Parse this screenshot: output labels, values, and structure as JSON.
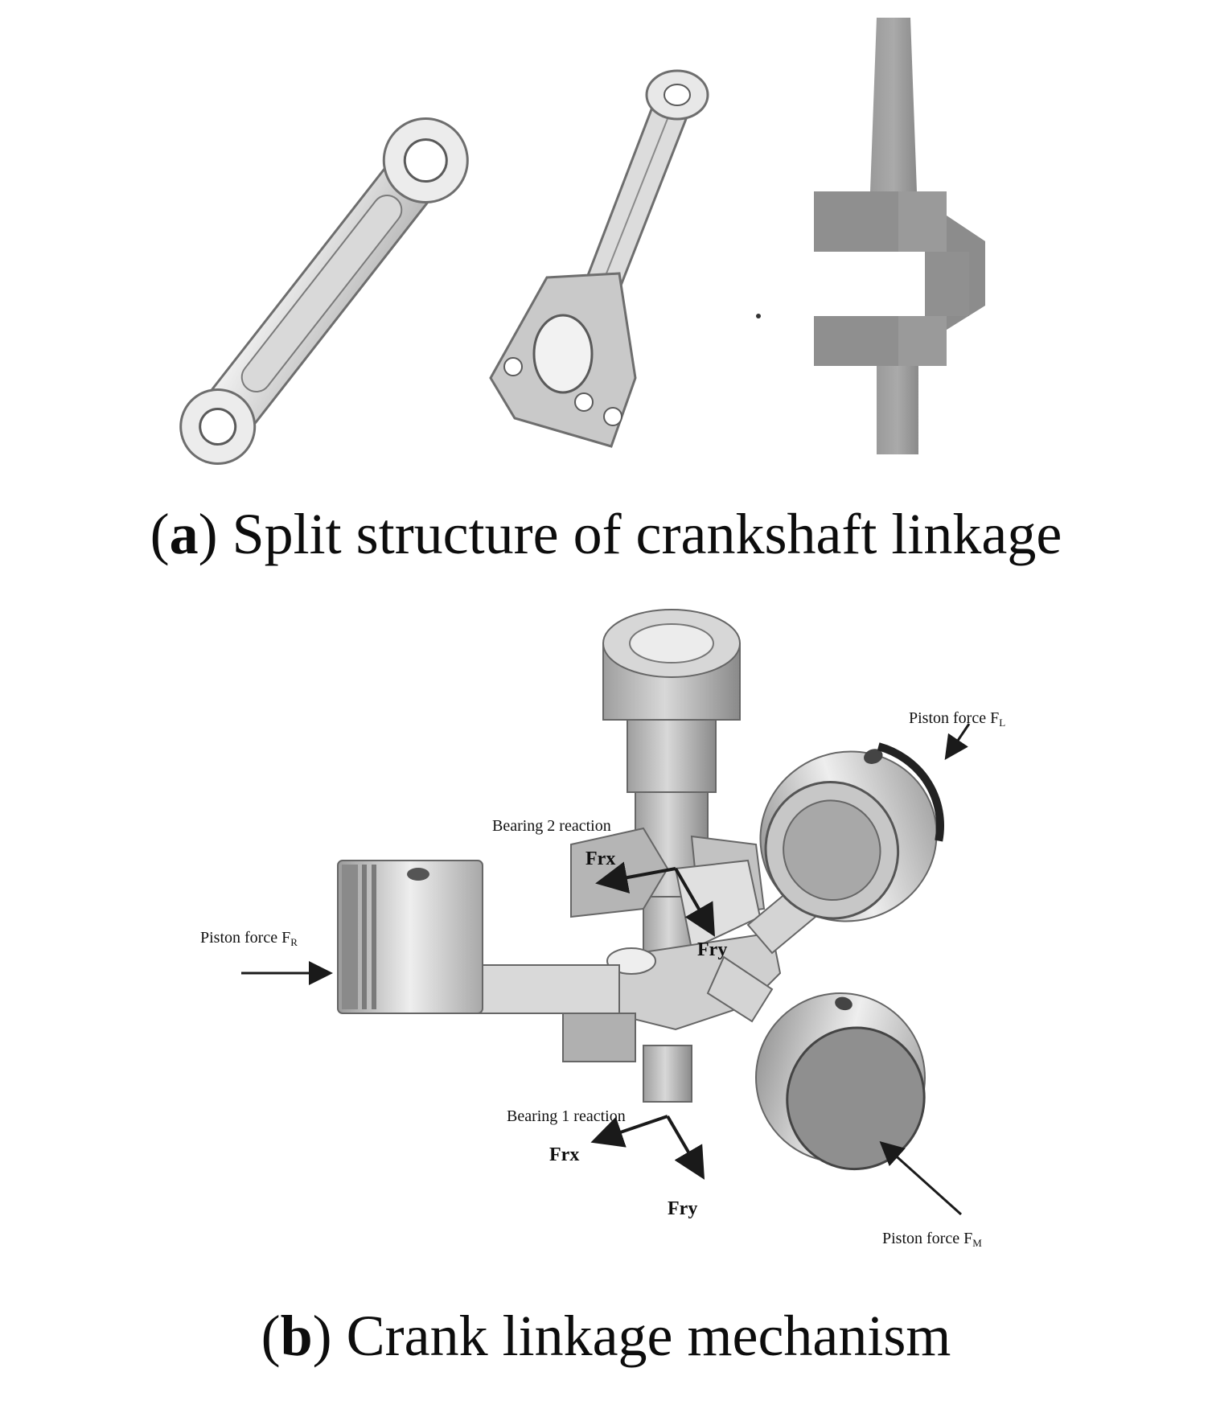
{
  "panel_a": {
    "letter": "a",
    "caption": "Split structure of crankshaft linkage"
  },
  "panel_b": {
    "letter": "b",
    "caption": "Crank linkage mechanism",
    "labels": {
      "piston_force_l": {
        "text": "Piston force F",
        "sub": "L"
      },
      "piston_force_r": {
        "text": "Piston force F",
        "sub": "R"
      },
      "piston_force_m": {
        "text": "Piston force F",
        "sub": "M"
      },
      "bearing_2": "Bearing 2 reaction",
      "bearing_1": "Bearing 1 reaction",
      "frx_top": "Frx",
      "fry_top": "Fry",
      "frx_bottom": "Frx",
      "fry_bottom": "Fry"
    }
  },
  "colors": {
    "part_light": "#e6e6e6",
    "part_mid": "#bdbdbd",
    "part_dark": "#8c8c8c",
    "crank_gray": "#8e8e8e",
    "arrow": "#1a1a1a"
  }
}
